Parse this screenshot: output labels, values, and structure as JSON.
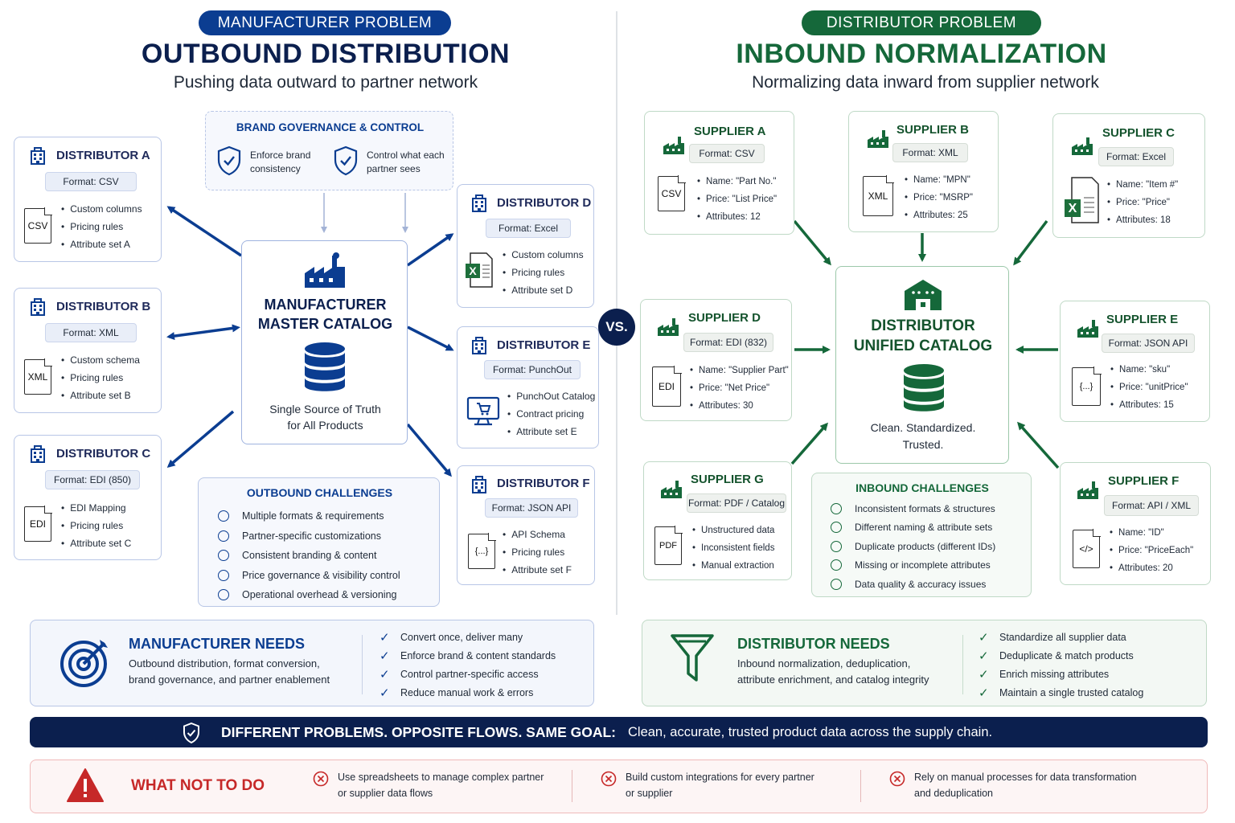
{
  "left": {
    "pill": "MANUFACTURER PROBLEM",
    "title": "OUTBOUND DISTRIBUTION",
    "subtitle": "Pushing data outward to partner network",
    "governance": {
      "title": "BRAND GOVERNANCE & CONTROL",
      "item1": "Enforce brand consistency",
      "item2": "Control what each partner sees"
    },
    "center": {
      "title_line1": "MANUFACTURER",
      "title_line2": "MASTER CATALOG",
      "caption_line1": "Single Source of Truth",
      "caption_line2": "for All Products"
    },
    "distributors": [
      {
        "name": "DISTRIBUTOR A",
        "format": "Format: CSV",
        "file": "CSV",
        "items": [
          "Custom columns",
          "Pricing rules",
          "Attribute set A"
        ]
      },
      {
        "name": "DISTRIBUTOR B",
        "format": "Format: XML",
        "file": "XML",
        "items": [
          "Custom schema",
          "Pricing rules",
          "Attribute set B"
        ]
      },
      {
        "name": "DISTRIBUTOR C",
        "format": "Format: EDI (850)",
        "file": "EDI",
        "items": [
          "EDI Mapping",
          "Pricing rules",
          "Attribute set C"
        ]
      },
      {
        "name": "DISTRIBUTOR D",
        "format": "Format: Excel",
        "file": "X",
        "items": [
          "Custom columns",
          "Pricing rules",
          "Attribute set D"
        ]
      },
      {
        "name": "DISTRIBUTOR E",
        "format": "Format: PunchOut",
        "file": "",
        "items": [
          "PunchOut Catalog",
          "Contract pricing",
          "Attribute set E"
        ]
      },
      {
        "name": "DISTRIBUTOR F",
        "format": "Format: JSON API",
        "file": "{...}",
        "items": [
          "API Schema",
          "Pricing rules",
          "Attribute set F"
        ]
      }
    ],
    "challenges": {
      "title": "OUTBOUND CHALLENGES",
      "items": [
        "Multiple formats & requirements",
        "Partner-specific customizations",
        "Consistent branding & content",
        "Price governance & visibility control",
        "Operational overhead & versioning"
      ]
    },
    "needs": {
      "title": "MANUFACTURER NEEDS",
      "desc_line1": "Outbound distribution, format conversion,",
      "desc_line2": "brand governance, and partner enablement",
      "checks": [
        "Convert once, deliver many",
        "Enforce brand & content standards",
        "Control partner-specific access",
        "Reduce manual work & errors"
      ]
    }
  },
  "vs": "VS.",
  "right": {
    "pill": "DISTRIBUTOR PROBLEM",
    "title": "INBOUND NORMALIZATION",
    "subtitle": "Normalizing data inward from supplier network",
    "center": {
      "title_line1": "DISTRIBUTOR",
      "title_line2": "UNIFIED CATALOG",
      "caption_line1": "Clean. Standardized.",
      "caption_line2": "Trusted."
    },
    "suppliers": [
      {
        "name": "SUPPLIER A",
        "format": "Format: CSV",
        "file": "CSV",
        "items": [
          "Name: \"Part No.\"",
          "Price: \"List Price\"",
          "Attributes: 12"
        ]
      },
      {
        "name": "SUPPLIER B",
        "format": "Format: XML",
        "file": "XML",
        "items": [
          "Name: \"MPN\"",
          "Price: \"MSRP\"",
          "Attributes: 25"
        ]
      },
      {
        "name": "SUPPLIER C",
        "format": "Format: Excel",
        "file": "X",
        "items": [
          "Name: \"Item #\"",
          "Price: \"Price\"",
          "Attributes: 18"
        ]
      },
      {
        "name": "SUPPLIER D",
        "format": "Format: EDI (832)",
        "file": "EDI",
        "items": [
          "Name: \"Supplier Part\"",
          "Price: \"Net Price\"",
          "Attributes: 30"
        ]
      },
      {
        "name": "SUPPLIER E",
        "format": "Format: JSON API",
        "file": "{...}",
        "items": [
          "Name: \"sku\"",
          "Price: \"unitPrice\"",
          "Attributes: 15"
        ]
      },
      {
        "name": "SUPPLIER G",
        "format": "Format: PDF / Catalog",
        "file": "PDF",
        "items": [
          "Unstructured data",
          "Inconsistent fields",
          "Manual extraction"
        ]
      },
      {
        "name": "SUPPLIER F",
        "format": "Format: API / XML",
        "file": "</>",
        "items": [
          "Name: \"ID\"",
          "Price: \"PriceEach\"",
          "Attributes: 20"
        ]
      }
    ],
    "challenges": {
      "title": "INBOUND CHALLENGES",
      "items": [
        "Inconsistent formats & structures",
        "Different naming & attribute sets",
        "Duplicate products (different IDs)",
        "Missing or incomplete attributes",
        "Data quality & accuracy issues"
      ]
    },
    "needs": {
      "title": "DISTRIBUTOR NEEDS",
      "desc_line1": "Inbound normalization, deduplication,",
      "desc_line2": "attribute enrichment, and catalog integrity",
      "checks": [
        "Standardize all supplier data",
        "Deduplicate & match products",
        "Enrich missing attributes",
        "Maintain a single trusted catalog"
      ]
    }
  },
  "banner": {
    "bold": "DIFFERENT PROBLEMS. OPPOSITE FLOWS. SAME GOAL:",
    "text": "Clean, accurate, trusted product data across the supply chain."
  },
  "whatnot": {
    "title": "WHAT NOT TO DO",
    "items": [
      {
        "line1": "Use spreadsheets to manage complex partner",
        "line2": "or supplier data flows"
      },
      {
        "line1": "Build custom integrations for every partner",
        "line2": "or supplier"
      },
      {
        "line1": "Rely on manual processes for data transformation",
        "line2": "and deduplication"
      }
    ]
  },
  "colors": {
    "blue": "#0b3d91",
    "navy": "#0b1f4e",
    "green": "#15683a",
    "red": "#c62828"
  }
}
